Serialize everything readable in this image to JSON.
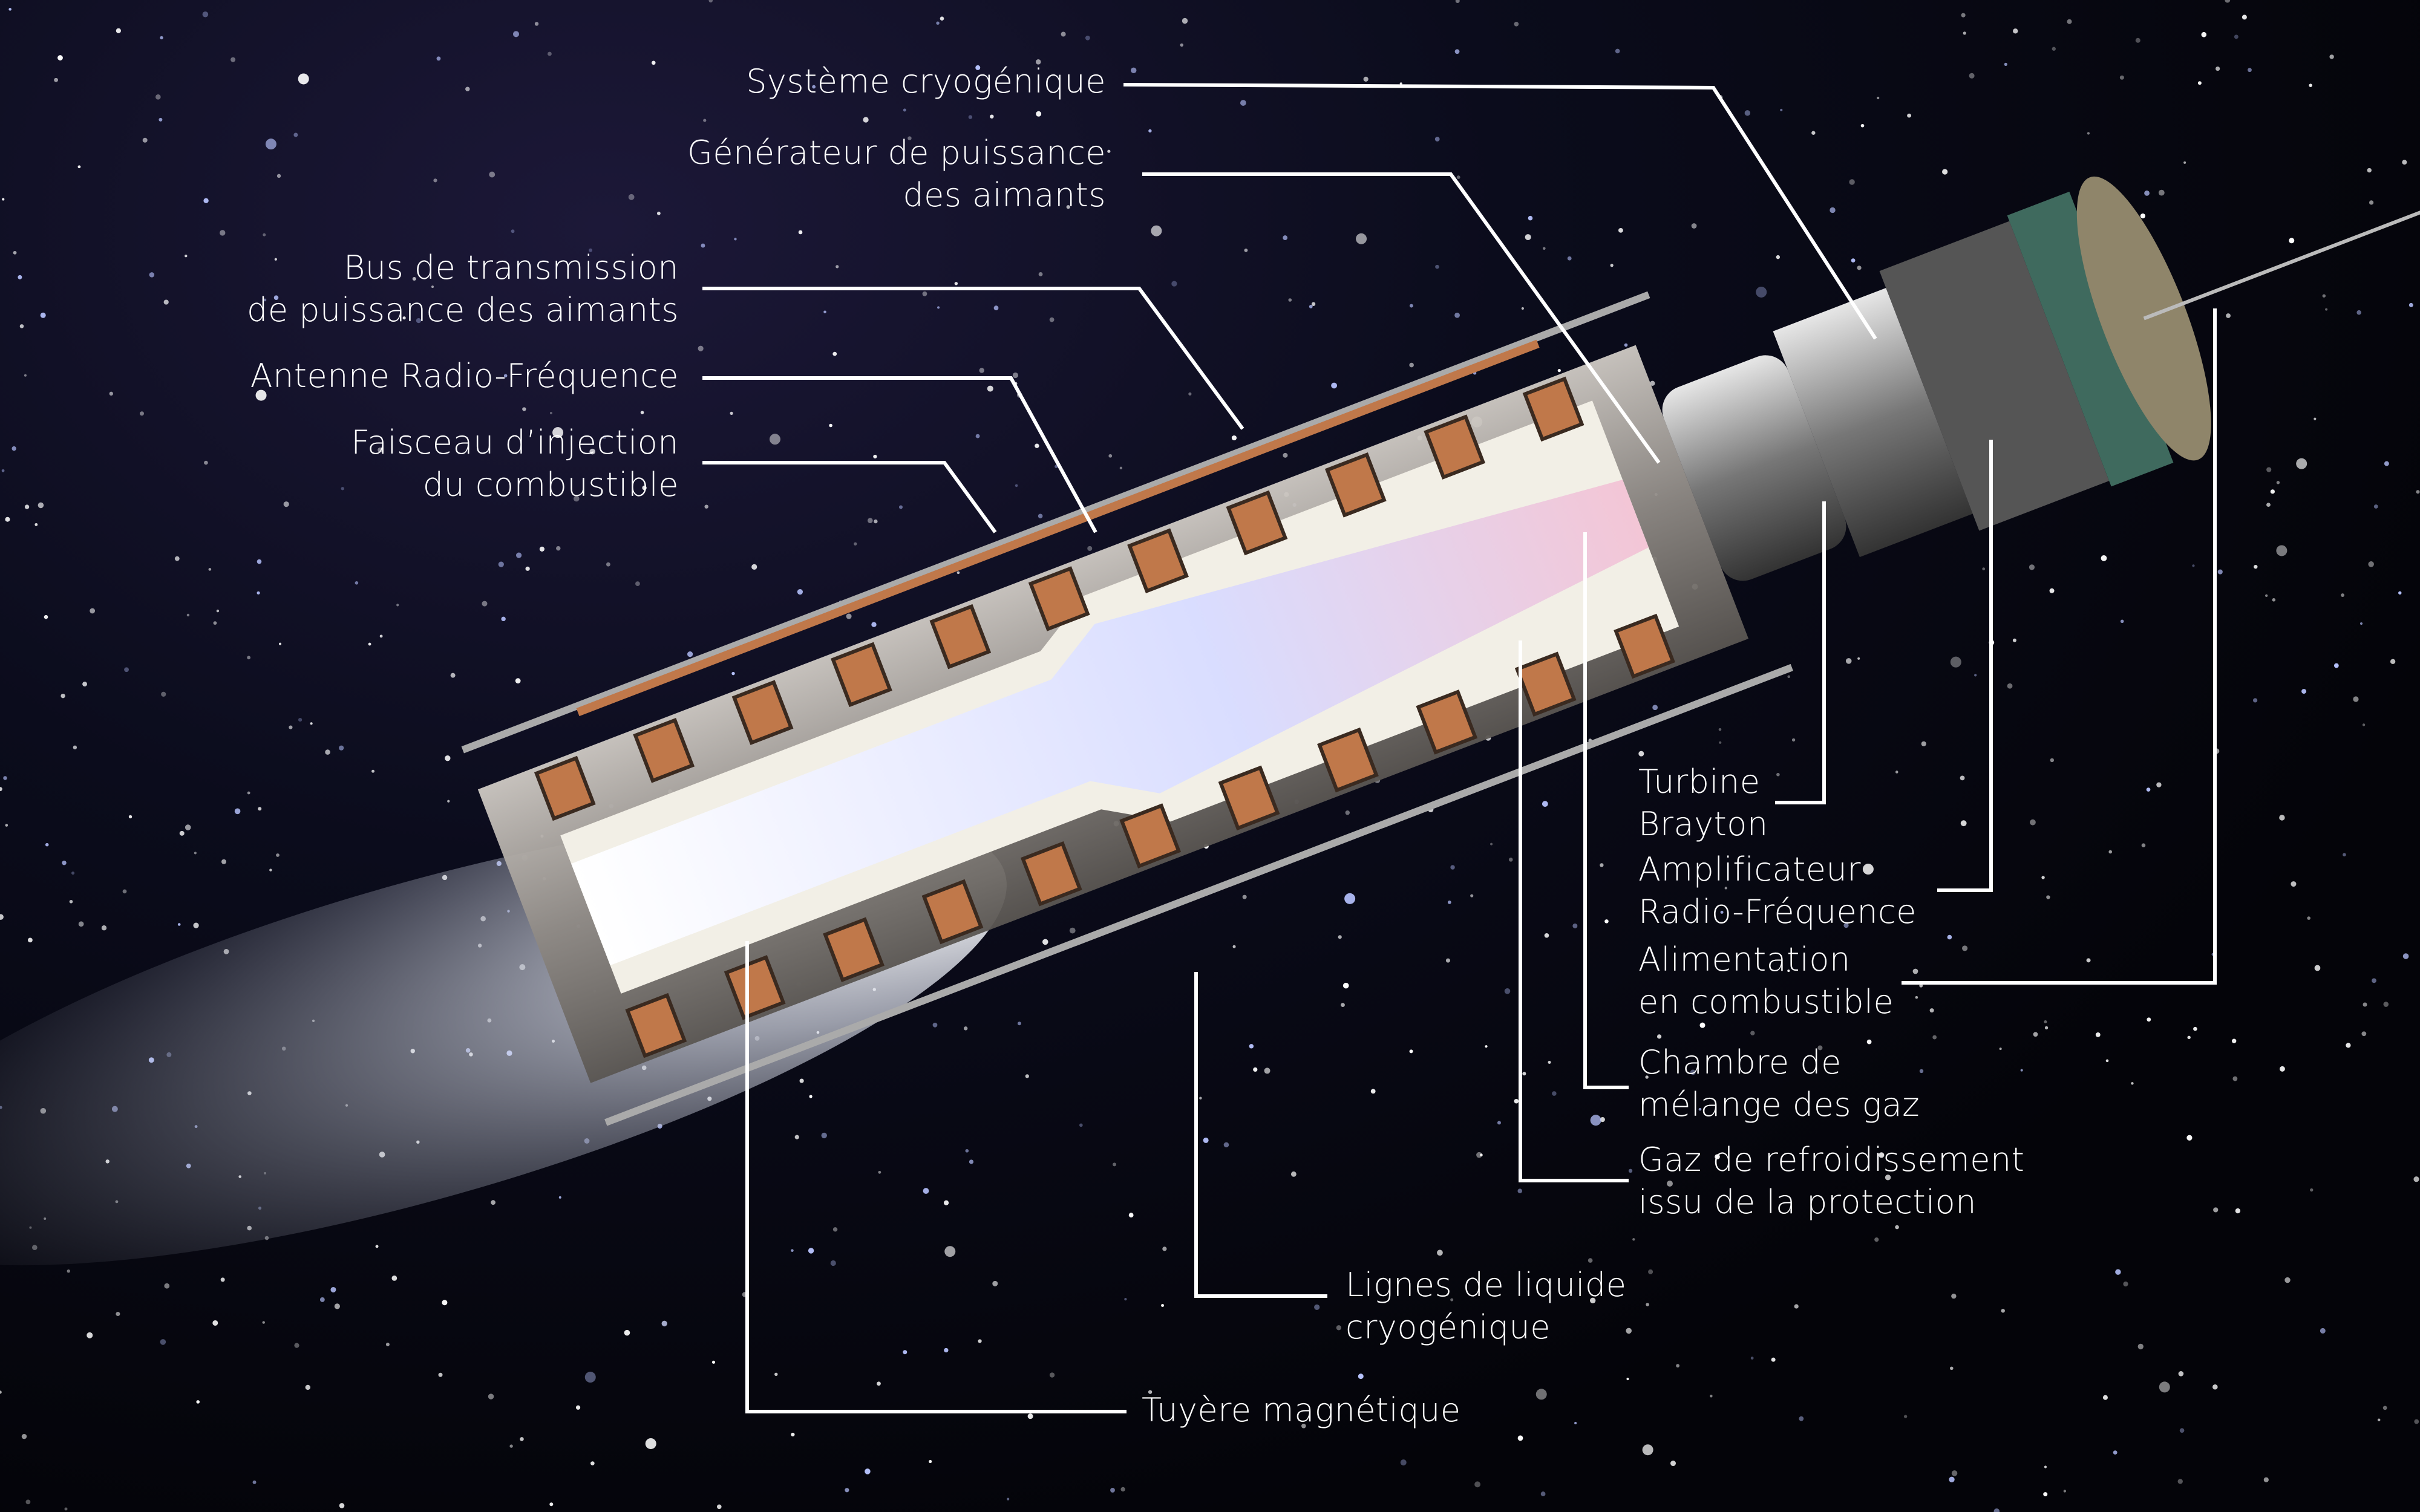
{
  "labels": {
    "cryo_system": "Système cryogénique",
    "magnet_power_gen": [
      "Générateur de puissance",
      "des aimants"
    ],
    "magnet_power_bus": [
      "Bus de transmission",
      "de puissance des aimants"
    ],
    "rf_antenna": "Antenne Radio-Fréquence",
    "fuel_injection": [
      "Faisceau d’injection",
      "du combustible"
    ],
    "brayton_turbine": [
      "Turbine",
      "Brayton"
    ],
    "rf_amplifier": [
      "Amplificateur",
      "Radio-Fréquence"
    ],
    "fuel_supply": [
      "Alimentation",
      "en combustible"
    ],
    "gas_mixing_chamber": [
      "Chambre de",
      "mélange des gaz"
    ],
    "shield_cooling_gas": [
      "Gaz de refroidissement",
      "issu  de la protection"
    ],
    "cryo_liquid_lines": [
      "Lignes de liquide",
      "cryogénique"
    ],
    "magnetic_nozzle": "Tuyère magnétique"
  },
  "colors": {
    "leader": "#ffffff",
    "copper": "#c0784a",
    "metal": "#9a9590",
    "plasma": "#dfe4ff"
  }
}
